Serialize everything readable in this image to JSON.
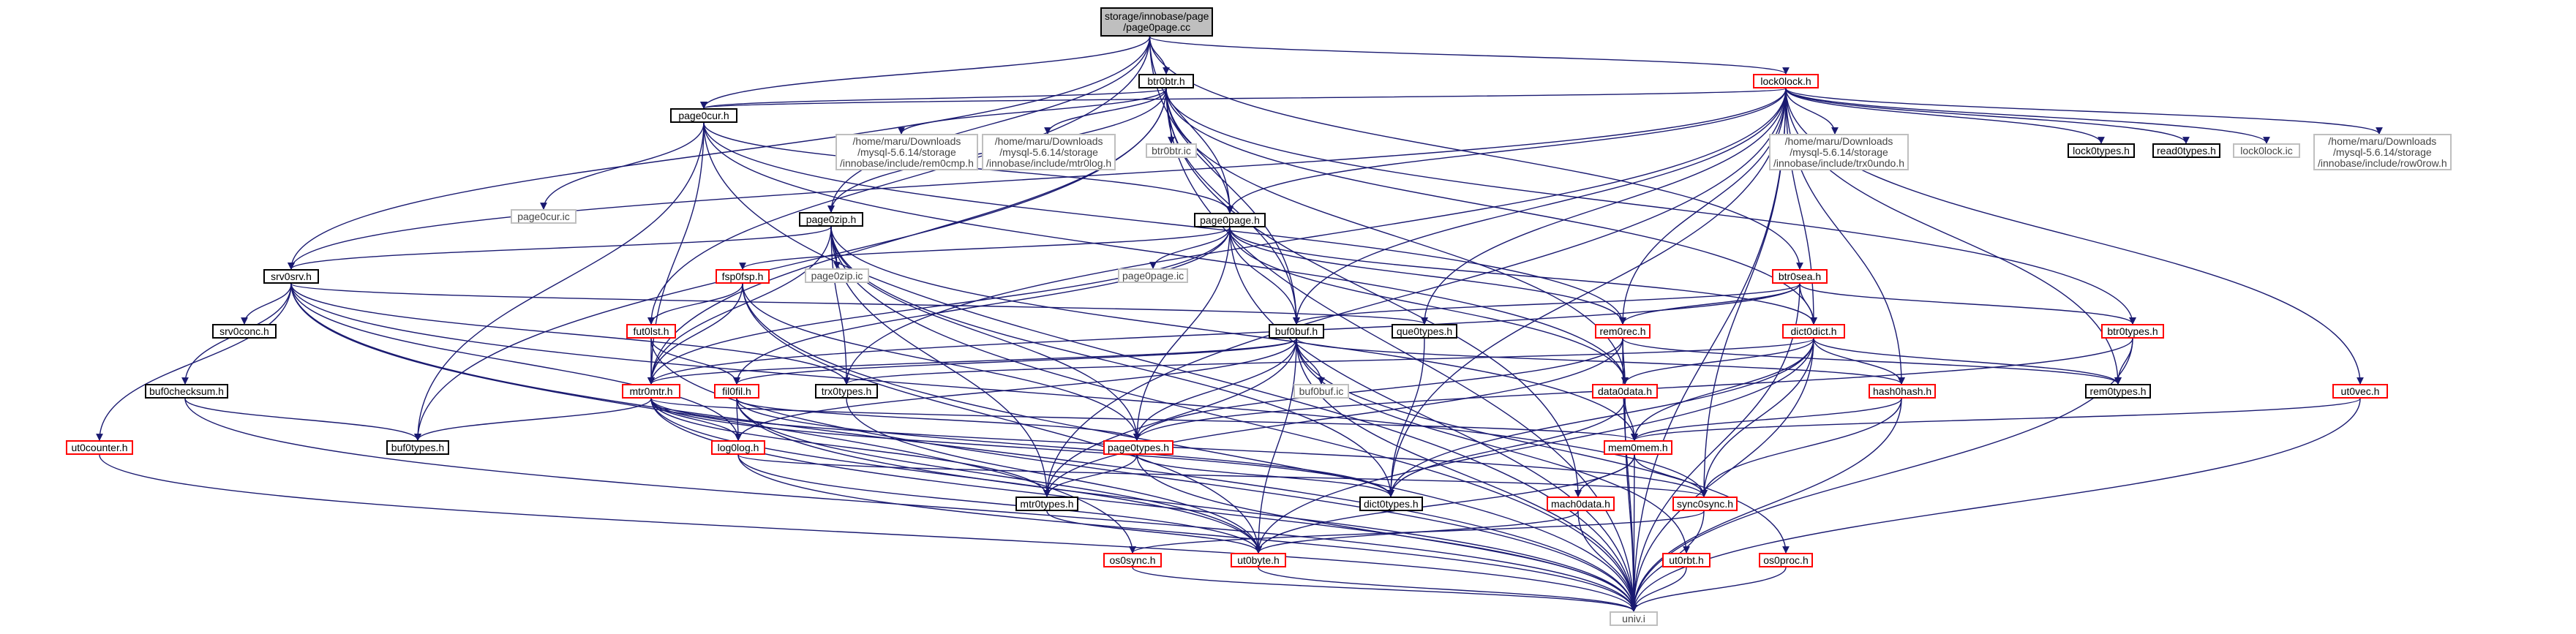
{
  "graph": {
    "nodes": [
      {
        "id": "root",
        "lines": [
          "storage/innobase/page",
          "/page0page.cc"
        ],
        "kind": "root"
      },
      {
        "id": "btr0btr_h",
        "lines": [
          "btr0btr.h"
        ],
        "kind": "black"
      },
      {
        "id": "lock0lock_h",
        "lines": [
          "lock0lock.h"
        ],
        "kind": "red"
      },
      {
        "id": "page0cur_h",
        "lines": [
          "page0cur.h"
        ],
        "kind": "black"
      },
      {
        "id": "rem0cmp_h",
        "lines": [
          "/home/maru/Downloads",
          "/mysql-5.6.14/storage",
          "/innobase/include/rem0cmp.h"
        ],
        "kind": "gray"
      },
      {
        "id": "mtr0log_h",
        "lines": [
          "/home/maru/Downloads",
          "/mysql-5.6.14/storage",
          "/innobase/include/mtr0log.h"
        ],
        "kind": "gray"
      },
      {
        "id": "btr0btr_ic",
        "lines": [
          "btr0btr.ic"
        ],
        "kind": "gray"
      },
      {
        "id": "trx0undo_h",
        "lines": [
          "/home/maru/Downloads",
          "/mysql-5.6.14/storage",
          "/innobase/include/trx0undo.h"
        ],
        "kind": "gray"
      },
      {
        "id": "lock0types_h",
        "lines": [
          "lock0types.h"
        ],
        "kind": "black"
      },
      {
        "id": "read0types_h",
        "lines": [
          "read0types.h"
        ],
        "kind": "black"
      },
      {
        "id": "lock0lock_ic",
        "lines": [
          "lock0lock.ic"
        ],
        "kind": "gray"
      },
      {
        "id": "row0row_h",
        "lines": [
          "/home/maru/Downloads",
          "/mysql-5.6.14/storage",
          "/innobase/include/row0row.h"
        ],
        "kind": "gray"
      },
      {
        "id": "page0cur_ic",
        "lines": [
          "page0cur.ic"
        ],
        "kind": "gray"
      },
      {
        "id": "page0zip_h",
        "lines": [
          "page0zip.h"
        ],
        "kind": "black"
      },
      {
        "id": "page0page_h",
        "lines": [
          "page0page.h"
        ],
        "kind": "black"
      },
      {
        "id": "srv0srv_h",
        "lines": [
          "srv0srv.h"
        ],
        "kind": "black"
      },
      {
        "id": "page0zip_ic",
        "lines": [
          "page0zip.ic"
        ],
        "kind": "gray"
      },
      {
        "id": "fsp0fsp_h",
        "lines": [
          "fsp0fsp.h"
        ],
        "kind": "red"
      },
      {
        "id": "page0page_ic",
        "lines": [
          "page0page.ic"
        ],
        "kind": "gray"
      },
      {
        "id": "btr0sea_h",
        "lines": [
          "btr0sea.h"
        ],
        "kind": "red"
      },
      {
        "id": "srv0conc_h",
        "lines": [
          "srv0conc.h"
        ],
        "kind": "black"
      },
      {
        "id": "fut0lst_h",
        "lines": [
          "fut0lst.h"
        ],
        "kind": "red"
      },
      {
        "id": "buf0buf_h",
        "lines": [
          "buf0buf.h"
        ],
        "kind": "black"
      },
      {
        "id": "que0types_h",
        "lines": [
          "que0types.h"
        ],
        "kind": "black"
      },
      {
        "id": "rem0rec_h",
        "lines": [
          "rem0rec.h"
        ],
        "kind": "red"
      },
      {
        "id": "dict0dict_h",
        "lines": [
          "dict0dict.h"
        ],
        "kind": "red"
      },
      {
        "id": "btr0types_h",
        "lines": [
          "btr0types.h"
        ],
        "kind": "red"
      },
      {
        "id": "buf0checksum_h",
        "lines": [
          "buf0checksum.h"
        ],
        "kind": "black"
      },
      {
        "id": "fil0fil_h",
        "lines": [
          "fil0fil.h"
        ],
        "kind": "red"
      },
      {
        "id": "buf0buf_ic",
        "lines": [
          "buf0buf.ic"
        ],
        "kind": "gray"
      },
      {
        "id": "mtr0mtr_h",
        "lines": [
          "mtr0mtr.h"
        ],
        "kind": "red"
      },
      {
        "id": "trx0types_h",
        "lines": [
          "trx0types.h"
        ],
        "kind": "black"
      },
      {
        "id": "data0data_h",
        "lines": [
          "data0data.h"
        ],
        "kind": "red"
      },
      {
        "id": "hash0hash_h",
        "lines": [
          "hash0hash.h"
        ],
        "kind": "red"
      },
      {
        "id": "rem0types_h",
        "lines": [
          "rem0types.h"
        ],
        "kind": "black"
      },
      {
        "id": "ut0vec_h",
        "lines": [
          "ut0vec.h"
        ],
        "kind": "red"
      },
      {
        "id": "ut0counter_h",
        "lines": [
          "ut0counter.h"
        ],
        "kind": "red"
      },
      {
        "id": "buf0types_h",
        "lines": [
          "buf0types.h"
        ],
        "kind": "black"
      },
      {
        "id": "log0log_h",
        "lines": [
          "log0log.h"
        ],
        "kind": "red"
      },
      {
        "id": "page0types_h",
        "lines": [
          "page0types.h"
        ],
        "kind": "red"
      },
      {
        "id": "mem0mem_h",
        "lines": [
          "mem0mem.h"
        ],
        "kind": "red"
      },
      {
        "id": "mtr0types_h",
        "lines": [
          "mtr0types.h"
        ],
        "kind": "black"
      },
      {
        "id": "dict0types_h",
        "lines": [
          "dict0types.h"
        ],
        "kind": "black"
      },
      {
        "id": "mach0data_h",
        "lines": [
          "mach0data.h"
        ],
        "kind": "red"
      },
      {
        "id": "sync0sync_h",
        "lines": [
          "sync0sync.h"
        ],
        "kind": "red"
      },
      {
        "id": "os0sync_h",
        "lines": [
          "os0sync.h"
        ],
        "kind": "red"
      },
      {
        "id": "ut0byte_h",
        "lines": [
          "ut0byte.h"
        ],
        "kind": "red"
      },
      {
        "id": "ut0rbt_h",
        "lines": [
          "ut0rbt.h"
        ],
        "kind": "red"
      },
      {
        "id": "os0proc_h",
        "lines": [
          "os0proc.h"
        ],
        "kind": "red"
      },
      {
        "id": "univ_i",
        "lines": [
          "univ.i"
        ],
        "kind": "gray"
      }
    ],
    "edges": [
      [
        "root",
        "btr0btr_h"
      ],
      [
        "root",
        "lock0lock_h"
      ],
      [
        "root",
        "page0cur_h"
      ],
      [
        "root",
        "page0zip_h"
      ],
      [
        "root",
        "page0page_h"
      ],
      [
        "root",
        "srv0srv_h"
      ],
      [
        "root",
        "btr0sea_h"
      ],
      [
        "root",
        "buf0buf_h"
      ],
      [
        "root",
        "fut0lst_h"
      ],
      [
        "btr0btr_h",
        "page0cur_h"
      ],
      [
        "btr0btr_h",
        "rem0cmp_h"
      ],
      [
        "btr0btr_h",
        "mtr0log_h"
      ],
      [
        "btr0btr_h",
        "btr0btr_ic"
      ],
      [
        "btr0btr_h",
        "page0zip_h"
      ],
      [
        "btr0btr_h",
        "page0page_h"
      ],
      [
        "btr0btr_h",
        "buf0buf_h"
      ],
      [
        "btr0btr_h",
        "mtr0mtr_h"
      ],
      [
        "btr0btr_h",
        "dict0dict_h"
      ],
      [
        "btr0btr_h",
        "data0data_h"
      ],
      [
        "btr0btr_h",
        "btr0types_h"
      ],
      [
        "btr0btr_h",
        "mach0data_h"
      ],
      [
        "btr0btr_h",
        "univ_i"
      ],
      [
        "btr0btr_h",
        "buf0types_h"
      ],
      [
        "lock0lock_h",
        "trx0undo_h"
      ],
      [
        "lock0lock_h",
        "lock0types_h"
      ],
      [
        "lock0lock_h",
        "read0types_h"
      ],
      [
        "lock0lock_h",
        "lock0lock_ic"
      ],
      [
        "lock0lock_h",
        "row0row_h"
      ],
      [
        "lock0lock_h",
        "page0cur_h"
      ],
      [
        "lock0lock_h",
        "page0page_h"
      ],
      [
        "lock0lock_h",
        "srv0srv_h"
      ],
      [
        "lock0lock_h",
        "que0types_h"
      ],
      [
        "lock0lock_h",
        "rem0rec_h"
      ],
      [
        "lock0lock_h",
        "dict0dict_h"
      ],
      [
        "lock0lock_h",
        "buf0buf_h"
      ],
      [
        "lock0lock_h",
        "hash0hash_h"
      ],
      [
        "lock0lock_h",
        "rem0types_h"
      ],
      [
        "lock0lock_h",
        "ut0vec_h"
      ],
      [
        "lock0lock_h",
        "mtr0types_h"
      ],
      [
        "lock0lock_h",
        "dict0types_h"
      ],
      [
        "lock0lock_h",
        "sync0sync_h"
      ],
      [
        "lock0lock_h",
        "univ_i"
      ],
      [
        "lock0lock_h",
        "trx0types_h"
      ],
      [
        "page0cur_h",
        "page0cur_ic"
      ],
      [
        "page0cur_h",
        "page0page_h"
      ],
      [
        "page0cur_h",
        "rem0rec_h"
      ],
      [
        "page0cur_h",
        "data0data_h"
      ],
      [
        "page0cur_h",
        "mtr0mtr_h"
      ],
      [
        "page0cur_h",
        "buf0types_h"
      ],
      [
        "page0cur_h",
        "univ_i"
      ],
      [
        "page0zip_h",
        "page0zip_ic"
      ],
      [
        "page0zip_h",
        "srv0srv_h"
      ],
      [
        "page0zip_h",
        "mtr0mtr_h"
      ],
      [
        "page0zip_h",
        "trx0types_h"
      ],
      [
        "page0zip_h",
        "page0types_h"
      ],
      [
        "page0zip_h",
        "mem0mem_h"
      ],
      [
        "page0zip_h",
        "dict0types_h"
      ],
      [
        "page0zip_h",
        "mtr0types_h"
      ],
      [
        "page0zip_h",
        "univ_i"
      ],
      [
        "page0page_h",
        "page0page_ic"
      ],
      [
        "page0page_h",
        "fsp0fsp_h"
      ],
      [
        "page0page_h",
        "buf0buf_h"
      ],
      [
        "page0page_h",
        "rem0rec_h"
      ],
      [
        "page0page_h",
        "dict0dict_h"
      ],
      [
        "page0page_h",
        "data0data_h"
      ],
      [
        "page0page_h",
        "page0types_h"
      ],
      [
        "page0page_h",
        "mtr0mtr_h"
      ],
      [
        "page0page_h",
        "univ_i"
      ],
      [
        "page0page_h",
        "fil0fil_h"
      ],
      [
        "srv0srv_h",
        "srv0conc_h"
      ],
      [
        "srv0srv_h",
        "buf0checksum_h"
      ],
      [
        "srv0srv_h",
        "ut0counter_h"
      ],
      [
        "srv0srv_h",
        "que0types_h"
      ],
      [
        "srv0srv_h",
        "trx0types_h"
      ],
      [
        "srv0srv_h",
        "log0log_h"
      ],
      [
        "srv0srv_h",
        "os0sync_h"
      ],
      [
        "srv0srv_h",
        "sync0sync_h"
      ],
      [
        "srv0srv_h",
        "univ_i"
      ],
      [
        "fsp0fsp_h",
        "fut0lst_h"
      ],
      [
        "fsp0fsp_h",
        "mtr0mtr_h"
      ],
      [
        "fsp0fsp_h",
        "page0types_h"
      ],
      [
        "fsp0fsp_h",
        "ut0byte_h"
      ],
      [
        "fsp0fsp_h",
        "univ_i"
      ],
      [
        "btr0sea_h",
        "buf0buf_h"
      ],
      [
        "btr0sea_h",
        "rem0rec_h"
      ],
      [
        "btr0sea_h",
        "dict0dict_h"
      ],
      [
        "btr0sea_h",
        "btr0types_h"
      ],
      [
        "btr0sea_h",
        "mtr0mtr_h"
      ],
      [
        "btr0sea_h",
        "univ_i"
      ],
      [
        "fut0lst_h",
        "fil0fil_h"
      ],
      [
        "fut0lst_h",
        "mtr0mtr_h"
      ],
      [
        "fut0lst_h",
        "univ_i"
      ],
      [
        "buf0buf_h",
        "buf0buf_ic"
      ],
      [
        "buf0buf_h",
        "fil0fil_h"
      ],
      [
        "buf0buf_h",
        "mtr0mtr_h"
      ],
      [
        "buf0buf_h",
        "hash0hash_h"
      ],
      [
        "buf0buf_h",
        "ut0rbt_h"
      ],
      [
        "buf0buf_h",
        "os0proc_h"
      ],
      [
        "buf0buf_h",
        "log0log_h"
      ],
      [
        "buf0buf_h",
        "page0types_h"
      ],
      [
        "buf0buf_h",
        "ut0byte_h"
      ],
      [
        "buf0buf_h",
        "univ_i"
      ],
      [
        "buf0buf_h",
        "mtr0types_h"
      ],
      [
        "que0types_h",
        "dict0types_h"
      ],
      [
        "rem0rec_h",
        "data0data_h"
      ],
      [
        "rem0rec_h",
        "rem0types_h"
      ],
      [
        "rem0rec_h",
        "mtr0types_h"
      ],
      [
        "rem0rec_h",
        "page0types_h"
      ],
      [
        "rem0rec_h",
        "univ_i"
      ],
      [
        "dict0dict_h",
        "data0data_h"
      ],
      [
        "dict0dict_h",
        "mem0mem_h"
      ],
      [
        "dict0dict_h",
        "rem0types_h"
      ],
      [
        "dict0dict_h",
        "hash0hash_h"
      ],
      [
        "dict0dict_h",
        "sync0sync_h"
      ],
      [
        "dict0dict_h",
        "ut0byte_h"
      ],
      [
        "dict0dict_h",
        "trx0types_h"
      ],
      [
        "dict0dict_h",
        "dict0types_h"
      ],
      [
        "dict0dict_h",
        "univ_i"
      ],
      [
        "btr0types_h",
        "rem0types_h"
      ],
      [
        "btr0types_h",
        "page0types_h"
      ],
      [
        "btr0types_h",
        "univ_i"
      ],
      [
        "buf0checksum_h",
        "buf0types_h"
      ],
      [
        "buf0checksum_h",
        "univ_i"
      ],
      [
        "fil0fil_h",
        "log0log_h"
      ],
      [
        "fil0fil_h",
        "dict0types_h"
      ],
      [
        "fil0fil_h",
        "ut0byte_h"
      ],
      [
        "fil0fil_h",
        "univ_i"
      ],
      [
        "fil0fil_h",
        "page0types_h"
      ],
      [
        "mtr0mtr_h",
        "buf0types_h"
      ],
      [
        "mtr0mtr_h",
        "log0log_h"
      ],
      [
        "mtr0mtr_h",
        "mtr0types_h"
      ],
      [
        "mtr0mtr_h",
        "mem0mem_h"
      ],
      [
        "mtr0mtr_h",
        "sync0sync_h"
      ],
      [
        "mtr0mtr_h",
        "ut0byte_h"
      ],
      [
        "mtr0mtr_h",
        "dict0types_h"
      ],
      [
        "mtr0mtr_h",
        "univ_i"
      ],
      [
        "trx0types_h",
        "ut0byte_h"
      ],
      [
        "data0data_h",
        "mem0mem_h"
      ],
      [
        "data0data_h",
        "dict0types_h"
      ],
      [
        "data0data_h",
        "univ_i"
      ],
      [
        "hash0hash_h",
        "mem0mem_h"
      ],
      [
        "hash0hash_h",
        "sync0sync_h"
      ],
      [
        "hash0hash_h",
        "univ_i"
      ],
      [
        "ut0vec_h",
        "mem0mem_h"
      ],
      [
        "ut0vec_h",
        "univ_i"
      ],
      [
        "ut0counter_h",
        "univ_i"
      ],
      [
        "log0log_h",
        "ut0byte_h"
      ],
      [
        "log0log_h",
        "sync0sync_h"
      ],
      [
        "log0log_h",
        "univ_i"
      ],
      [
        "page0types_h",
        "dict0types_h"
      ],
      [
        "page0types_h",
        "mtr0types_h"
      ],
      [
        "page0types_h",
        "univ_i"
      ],
      [
        "mem0mem_h",
        "mach0data_h"
      ],
      [
        "mem0mem_h",
        "sync0sync_h"
      ],
      [
        "mem0mem_h",
        "ut0byte_h"
      ],
      [
        "mem0mem_h",
        "univ_i"
      ],
      [
        "mach0data_h",
        "ut0byte_h"
      ],
      [
        "mach0data_h",
        "univ_i"
      ],
      [
        "sync0sync_h",
        "os0sync_h"
      ],
      [
        "sync0sync_h",
        "univ_i"
      ],
      [
        "os0sync_h",
        "univ_i"
      ],
      [
        "ut0byte_h",
        "univ_i"
      ],
      [
        "ut0rbt_h",
        "univ_i"
      ],
      [
        "os0proc_h",
        "univ_i"
      ],
      [
        "mtr0types_h",
        "ut0byte_h"
      ]
    ]
  },
  "colors": {
    "edge": "#191970",
    "root_fill": "#bfbfbf",
    "red_border": "#ff0000",
    "gray_border": "#bfbfbf",
    "black_border": "#000000"
  }
}
